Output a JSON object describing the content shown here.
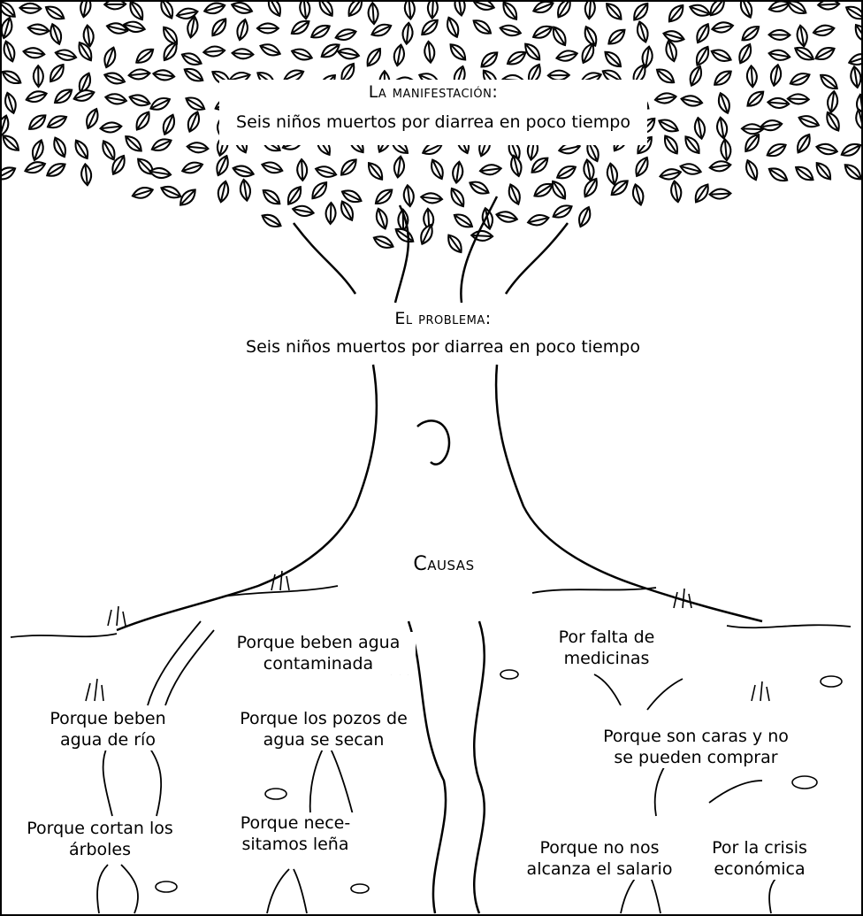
{
  "manifestation": {
    "heading": "La manifestación:",
    "text": "Seis niños muertos por diarrea en poco tiempo"
  },
  "problem": {
    "heading": "El problema:",
    "text": "Seis niños muertos por diarrea en poco tiempo"
  },
  "causes_heading": "Causas",
  "causes": [
    {
      "line1": "Porque beben agua",
      "line2": "contaminada"
    },
    {
      "line1": "Por falta de",
      "line2": "medicinas"
    },
    {
      "line1": "Porque beben",
      "line2": "agua de río"
    },
    {
      "line1": "Porque los pozos de",
      "line2": "agua se secan"
    },
    {
      "line1": "Porque son caras y no",
      "line2": "se pueden comprar"
    },
    {
      "line1": "Porque cortan los",
      "line2": "árboles"
    },
    {
      "line1": "Porque nece-",
      "line2": "sitamos leña"
    },
    {
      "line1": "Porque no nos",
      "line2": "alcanza el salario"
    },
    {
      "line1": "Por la crisis",
      "line2": "económica"
    }
  ],
  "colors": {
    "ink": "#000000",
    "paper": "#ffffff"
  }
}
